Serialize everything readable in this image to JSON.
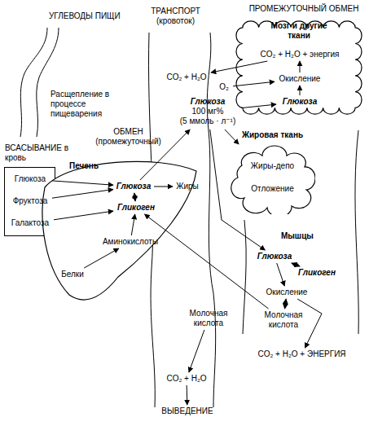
{
  "diagram": {
    "nodes": [
      {
        "text": [
          "ВСАСЫВАНИЕ в кровь"
        ]
      },
      {
        "text": [
          "Глюкоза"
        ],
        "in": 0
      },
      {
        "text": [
          "Фруктоза"
        ],
        "in": 0
      },
      {
        "text": [
          "Галактоза"
        ],
        "in": 0
      },
      {
        "text": [
          "Печень"
        ]
      },
      {
        "text": [
          "Глюкоза"
        ],
        "in": 4
      },
      {
        "text": [
          "Жиры"
        ],
        "in": 4
      },
      {
        "text": [
          "Гликоген"
        ],
        "in": 4
      },
      {
        "text": [
          "Аминокислоты"
        ],
        "in": 4
      },
      {
        "text": [
          "Белки"
        ],
        "in": 4
      },
      {
        "text": [
          "Глюкоза",
          "100 мг%",
          "(5 ммоль · л⁻¹)"
        ]
      },
      {
        "text": [
          "CO₂ + H₂O"
        ]
      },
      {
        "text": [
          "O₂"
        ]
      },
      {
        "text": [
          "Мозг и другие ткани"
        ]
      },
      {
        "text": [
          "CO₂ + H₂O + энергия"
        ],
        "in": 13
      },
      {
        "text": [
          "Окисление"
        ],
        "in": 13
      },
      {
        "text": [
          "Глюкоза"
        ],
        "in": 13
      },
      {
        "text": [
          "Жировая ткань",
          "Жиры-депо",
          "Отложение"
        ]
      },
      {
        "text": [
          "Глюкоза"
        ]
      },
      {
        "text": [
          "Гликоген"
        ]
      },
      {
        "text": [
          "Окисление"
        ]
      },
      {
        "text": [
          "Молочная кислота"
        ]
      },
      {
        "text": [
          "CO₂ + H₂O + ЭНЕРГИЯ"
        ]
      },
      {
        "text": [
          "Молочная кислота"
        ]
      },
      {
        "text": [
          "CO₂ + H₂O"
        ]
      },
      {
        "text": [
          "ВЫВЕДЕНИЕ"
        ]
      }
    ],
    "edges": [
      {
        "from": 1,
        "to": 5,
        "arrow": "to"
      },
      {
        "from": 2,
        "to": 5,
        "arrow": "to"
      },
      {
        "from": 3,
        "to": 7,
        "arrow": "to"
      },
      {
        "from": 5,
        "to": 6,
        "arrow": "to"
      },
      {
        "from": 5,
        "to": 7,
        "arrow": "both"
      },
      {
        "from": 8,
        "to": 7,
        "arrow": "to"
      },
      {
        "from": 9,
        "to": 8,
        "arrow": "to"
      },
      {
        "from": 5,
        "to": 10,
        "arrow": "to"
      },
      {
        "from": 10,
        "to": 16,
        "arrow": "to"
      },
      {
        "from": 16,
        "to": 15,
        "arrow": "to"
      },
      {
        "from": 12,
        "to": 15,
        "arrow": "to"
      },
      {
        "from": 15,
        "to": 14,
        "arrow": "to"
      },
      {
        "from": 14,
        "to": 11,
        "arrow": "to"
      },
      {
        "from": 10,
        "to": 17,
        "arrow": "to"
      },
      {
        "from": 10,
        "to": 18,
        "arrow": "to"
      },
      {
        "from": 18,
        "to": 19,
        "arrow": "both"
      },
      {
        "from": 18,
        "to": 20,
        "arrow": "to"
      },
      {
        "from": 20,
        "to": 21,
        "arrow": "both"
      },
      {
        "from": 20,
        "to": 22,
        "arrow": "to"
      },
      {
        "from": 21,
        "to": 7,
        "arrow": "to"
      },
      {
        "from": 23,
        "to": 24,
        "arrow": "to"
      },
      {
        "from": 24,
        "to": 25,
        "arrow": "to"
      }
    ],
    "labels": [
      "УГЛЕВОДЫ ПИЩИ",
      "Расщепление в процессе пищеварения",
      "ОБМЕН (промежуточный)",
      "ТРАНСПОРТ (кровоток)",
      "ПРОМЕЖУТОЧНЫЙ ОБМЕН",
      "Мышцы"
    ]
  }
}
